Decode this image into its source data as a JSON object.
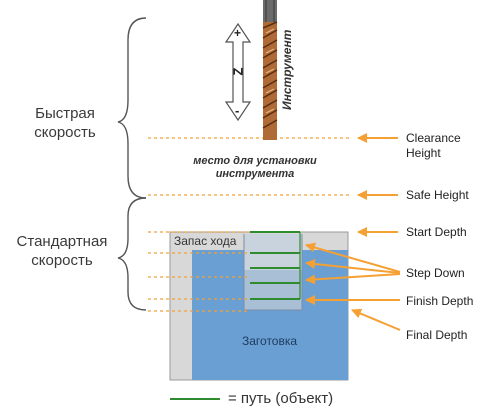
{
  "left_labels": {
    "rapid": "Быстрая скорость",
    "standard": "Стандартная скорость"
  },
  "tool": {
    "label": "Инструмент",
    "axis": "Z",
    "plus": "+",
    "minus": "-"
  },
  "middle_note": "место для установки инструмента",
  "right_labels": {
    "clearance_height": "Clearance Height",
    "safe_height": "Safe Height",
    "start_depth": "Start Depth",
    "step_down": "Step Down",
    "finish_depth": "Finish Depth",
    "final_depth": "Final Depth"
  },
  "stock": {
    "margin_label": "Запас хода",
    "workpiece_label": "Заготовка"
  },
  "legend": {
    "text": "= путь (объект)"
  },
  "colors": {
    "guide_line": "#f5a033",
    "arrow": "#f5a033",
    "path": "#2e8b2e",
    "stock_outer": "#d8d8d8",
    "workpiece": "#6a9fd4",
    "pocket": "#b8c8d8",
    "brace": "#555555",
    "tool_shank": "#555555",
    "tool_flute": "#b06a35"
  }
}
